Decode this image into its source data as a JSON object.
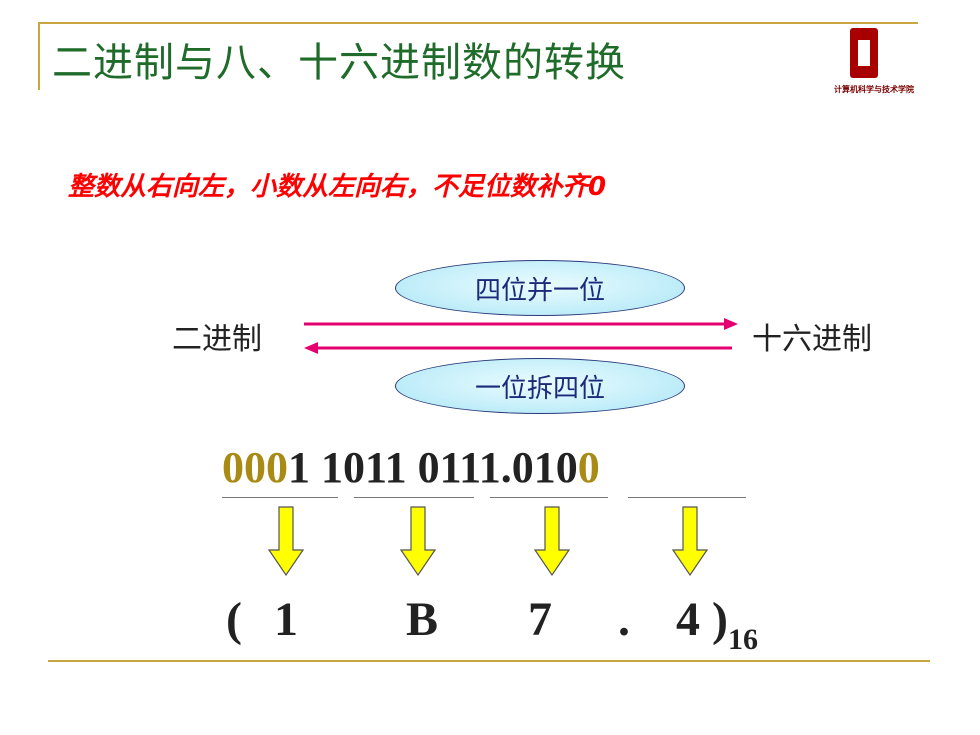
{
  "title": "二进制与八、十六进制数的转换",
  "logo": {
    "text": "计算机科学与技术学院"
  },
  "rule": "整数从右向左，小数从左向右，不足位数补齐0",
  "diagram": {
    "left_label": "二进制",
    "right_label": "十六进制",
    "top_bubble": "四位并一位",
    "bottom_bubble": "一位拆四位"
  },
  "binary": {
    "g1_pad": "000",
    "g1_rest": "1",
    "sp1": " ",
    "g2": "1011",
    "sp2": " ",
    "g3": "0111",
    "dot": ".",
    "g4_main": "010",
    "g4_pad": "0"
  },
  "hex": {
    "open": "(",
    "d1": "1",
    "d2": "B",
    "d3": "7",
    "point": ".",
    "d4": "4",
    "close": ")",
    "base": "16"
  },
  "colors": {
    "title": "#1f6b2a",
    "rule": "#ff0000",
    "padding_digits": "#a88a14",
    "arrow_line": "#e4006e",
    "yellow_arrow": "#ffff00"
  }
}
